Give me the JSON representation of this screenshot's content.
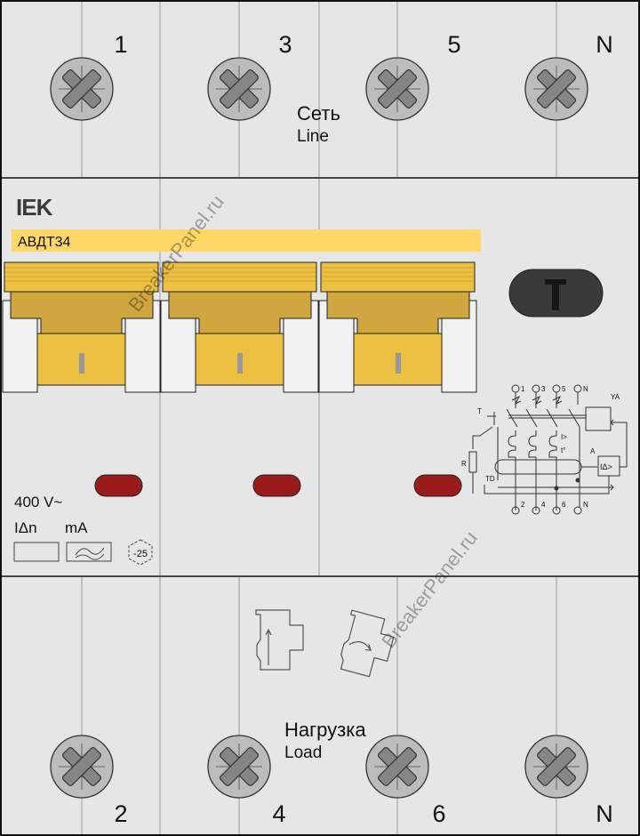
{
  "top": {
    "terminals": [
      "1",
      "3",
      "5",
      "N"
    ],
    "caption_ru": "Сеть",
    "caption_en": "Line"
  },
  "middle": {
    "brand": "IEK",
    "model": "АВДТ34",
    "test_button_label": "T",
    "handle_mark": "I",
    "voltage": "400 V~",
    "idn_label": "IΔn",
    "ma_label": "mA",
    "temp_rating": "-25",
    "schematic": {
      "top_terminals": [
        "1",
        "3",
        "5",
        "N"
      ],
      "bottom_terminals": [
        "2",
        "4",
        "6",
        "N"
      ],
      "labels": {
        "t": "T",
        "r": "R",
        "td": "TD",
        "ya": "YA",
        "a": "A",
        "i": "I>",
        "temp": "t°",
        "idelta": "IΔ>"
      }
    }
  },
  "bottom": {
    "terminals": [
      "2",
      "4",
      "6",
      "N"
    ],
    "caption_ru": "Нагрузка",
    "caption_en": "Load"
  },
  "watermark": "BreakerPanel.ru",
  "colors": {
    "panel": "#e6e6e6",
    "yellow": "#ecc041",
    "dark_yellow": "#cfa73e",
    "label_strip": "#ffd766",
    "indicator": "#9b1a1a",
    "screw": "#bcbcbc"
  }
}
